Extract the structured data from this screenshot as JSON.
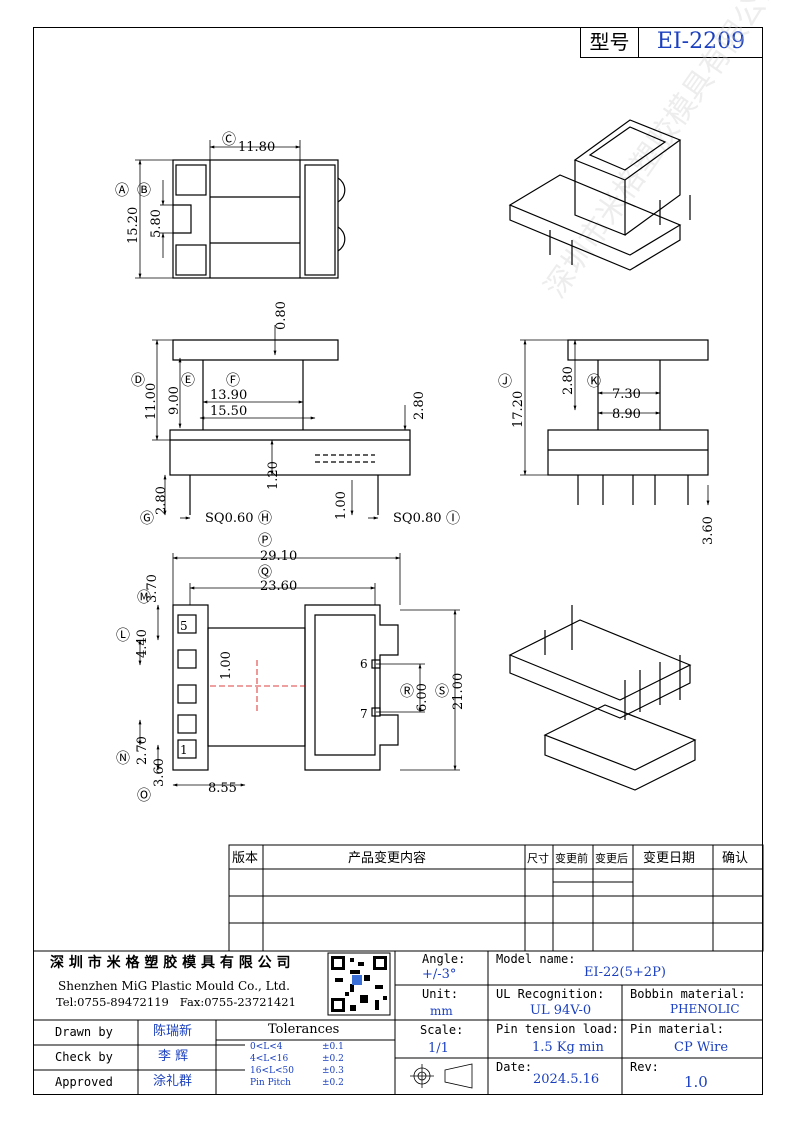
{
  "header": {
    "model_label": "型号",
    "model_value": "EI-2209"
  },
  "dims": {
    "c_width": "11.80",
    "a_height": "15.20",
    "b_slot": "5.80",
    "d_height": "11.00",
    "e_height": "9.00",
    "f_inner": "13.90",
    "f2_inner": "15.50",
    "top_08": "0.80",
    "right_280": "2.80",
    "mid_120": "1.20",
    "g_280": "2.80",
    "pin_100": "1.00",
    "h_sq": "SQ0.60",
    "i_sq": "SQ0.80",
    "j_height": "17.20",
    "k_280": "2.80",
    "k_730": "7.30",
    "k_890": "8.90",
    "pin_360": "3.60",
    "p_width": "29.10",
    "q_width": "23.60",
    "m_370": "3.70",
    "l_440": "4.40",
    "mid_100": "1.00",
    "n_270": "2.70",
    "o_360": "3.60",
    "w_855": "8.55",
    "r_600": "6.00",
    "s_2100": "21.00",
    "pin5": "5",
    "pin1": "1",
    "pin6": "6",
    "pin7": "7"
  },
  "markers": {
    "a": "Ⓐ",
    "b": "Ⓑ",
    "c": "Ⓒ",
    "d": "Ⓓ",
    "e": "Ⓔ",
    "f": "Ⓕ",
    "g": "Ⓖ",
    "h": "Ⓗ",
    "i": "Ⓘ",
    "j": "Ⓙ",
    "k": "Ⓚ",
    "l": "Ⓛ",
    "m": "Ⓜ",
    "n": "Ⓝ",
    "o": "Ⓞ",
    "p": "Ⓟ",
    "q": "Ⓠ",
    "r": "Ⓡ",
    "s": "Ⓢ"
  },
  "revision_table": {
    "headers": {
      "version": "版本",
      "content": "产品变更内容",
      "size": "尺寸",
      "before": "变更前",
      "after": "变更后",
      "date": "变更日期",
      "confirm": "确认"
    }
  },
  "title_block": {
    "company_cn": "深 圳 市 米 格 塑 胶 模 具 有 限 公 司",
    "company_en": "Shenzhen MiG Plastic Mould Co., Ltd.",
    "tel_fax": "Tel:0755-89472119   Fax:0755-23721421",
    "angle_label": "Angle:",
    "angle_value": "+/-3°",
    "unit_label": "Unit:",
    "unit_value": "mm",
    "scale_label": "Scale:",
    "scale_value": "1/1",
    "model_name_label": "Model name:",
    "model_name_value": "EI-22(5+2P)",
    "ul_label": "UL Recognition:",
    "ul_value": "UL 94V-0",
    "bobbin_label": "Bobbin material:",
    "bobbin_value": "PHENOLIC",
    "pin_tension_label": "Pin tension load:",
    "pin_tension_value": "1.5 Kg min",
    "pin_material_label": "Pin material:",
    "pin_material_value": "CP Wire",
    "date_label": "Date:",
    "date_value": "2024.5.16",
    "rev_label": "Rev:",
    "rev_value": "1.0",
    "drawn_label": "Drawn by",
    "drawn_value": "陈瑞新",
    "check_label": "Check by",
    "check_value": "李 辉",
    "approved_label": "Approved",
    "approved_value": "涂礼群",
    "tolerances_label": "Tolerances",
    "tol_rows": [
      {
        "range": "0<L<4",
        "value": "±0.1"
      },
      {
        "range": "4<L<16",
        "value": "±0.2"
      },
      {
        "range": "16<L<50",
        "value": "±0.3"
      },
      {
        "range": "Pin Pitch",
        "value": "±0.2"
      }
    ]
  },
  "watermark": "深圳市米格塑胶模具有限公司",
  "colors": {
    "blue": "#1a3fbf",
    "red": "#d40000",
    "line": "#000000"
  }
}
